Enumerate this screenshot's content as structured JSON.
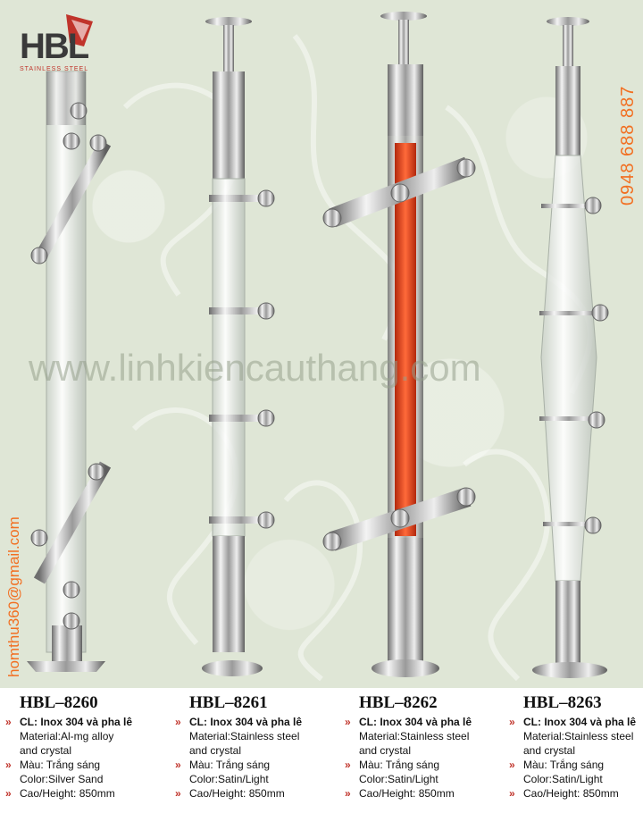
{
  "brand": {
    "logo_text": "HBL",
    "logo_sub": "STAINLESS STEEL"
  },
  "contact": {
    "phone": "0948 688 887",
    "email": "homthu360@gmail.com"
  },
  "watermark": "www.linhkiencauthang.com",
  "products": [
    {
      "code": "HBL–8260",
      "cl": "CL: Inox 304 và pha lê",
      "material_1": "Material:Al-mg alloy",
      "material_2": "and crystal",
      "mau": "Màu: Trắng sáng",
      "color": "Color:Silver Sand",
      "height": "Cao/Height:  850mm"
    },
    {
      "code": "HBL–8261",
      "cl": "CL: Inox 304 và pha lê",
      "material_1": "Material:Stainless steel",
      "material_2": "and crystal",
      "mau": "Màu: Trắng sáng",
      "color": "Color:Satin/Light",
      "height": "Cao/Height:  850mm"
    },
    {
      "code": "HBL–8262",
      "cl": "CL: Inox 304 và pha lê",
      "material_1": "Material:Stainless steel",
      "material_2": "and crystal",
      "mau": "Màu: Trắng sáng",
      "color": "Color:Satin/Light",
      "height": "Cao/Height:  850mm"
    },
    {
      "code": "HBL–8263",
      "cl": "CL: Inox 304 và pha lê",
      "material_1": "Material:Stainless steel",
      "material_2": "and crystal",
      "mau": "Màu: Trắng sáng",
      "color": "Color:Satin/Light",
      "height": "Cao/Height:  850mm"
    }
  ],
  "colors": {
    "accent_orange": "#f26f21",
    "bullet_red": "#c0342b",
    "background": "#dfe6d6",
    "crystal_red": "#e4431c"
  }
}
